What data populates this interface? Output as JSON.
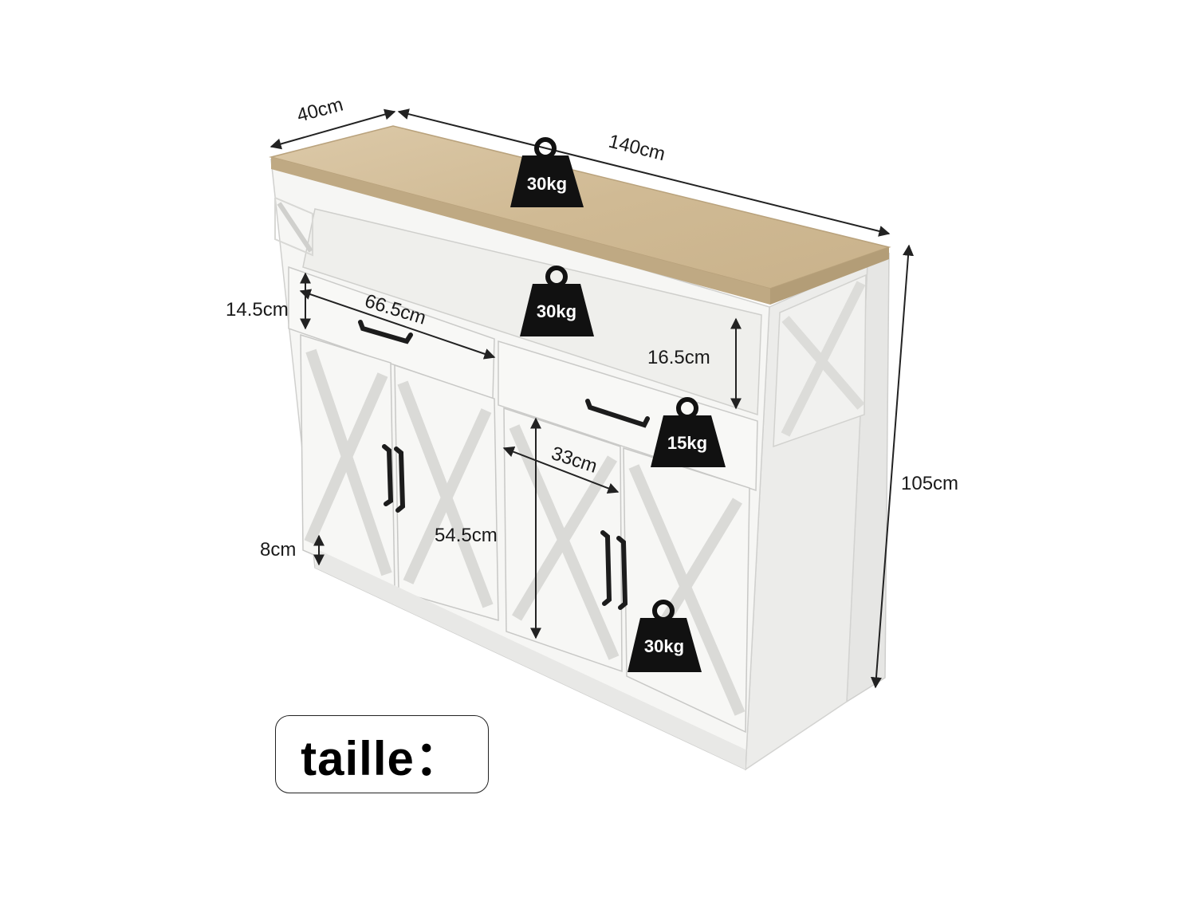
{
  "dimensions": {
    "depth": "40cm",
    "width": "140cm",
    "height": "105cm",
    "drawer_height": "14.5cm",
    "drawer_width": "66.5cm",
    "shelf_height": "16.5cm",
    "door_width": "33cm",
    "door_height": "54.5cm",
    "base_height": "8cm"
  },
  "loads": {
    "top": "30kg",
    "shelf": "30kg",
    "drawer": "15kg",
    "cabinet": "30kg"
  },
  "caption": "taille：",
  "colors": {
    "top_wood": "#d4bf9c",
    "body": "#f4f4f2",
    "handle": "#1c1c1c",
    "weight_badge": "#111111"
  }
}
